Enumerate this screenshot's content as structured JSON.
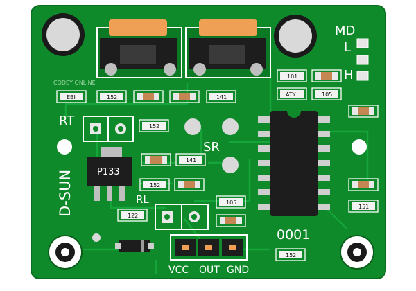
{
  "board": {
    "silkscreen": {
      "md": "MD",
      "l": "L",
      "h": "H",
      "rt": "RT",
      "sr": "SR",
      "rl": "RL",
      "d_sun": "D-SUN",
      "codey": "CODEY ONLINE",
      "serial": "0001",
      "vcc": "VCC",
      "out": "OUT",
      "gnd": "GND"
    },
    "components": {
      "regulator": "P133",
      "r_eb": "EBI",
      "r_152_top": "152",
      "r_141_top": "141",
      "r_101": "101",
      "r_aty": "ATY",
      "r_105_right": "105",
      "r_152_rt": "152",
      "r_141_mid": "141",
      "r_152_mid": "152",
      "r_122": "122",
      "r_105_bottom": "105",
      "r_151": "151",
      "r_152_bottom": "152"
    },
    "colors": {
      "pcb": "#0f8a2a",
      "pcb_dark": "#0a6e20",
      "silkscreen": "#ffffff",
      "trace": "#16a53a",
      "pad_gold": "#f0a055",
      "component_black": "#1d1d1d",
      "resistor_body": "#f2f2f2"
    }
  }
}
